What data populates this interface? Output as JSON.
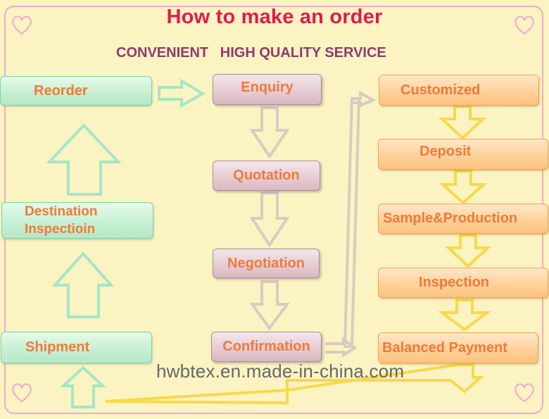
{
  "title": "How to make an order",
  "subtitle": "CONVENIENT   HIGH QUALITY SERVICE",
  "left_column": {
    "reorder": "Reorder",
    "destination_line1": "Destination",
    "destination_line2": "Inspectioin",
    "shipment": "Shipment"
  },
  "middle_column": {
    "enquiry": "Enquiry",
    "quotation": "Quotation",
    "negotiation": "Negotiation",
    "confirmation": "Confirmation"
  },
  "right_column": {
    "customized": "Customized",
    "deposit": "Deposit",
    "sample_production": "Sample&Production",
    "inspection": "Inspection",
    "balanced_payment": "Balanced Payment"
  },
  "watermark": "hwbtex.en.made-in-china.com",
  "colors": {
    "background": "#fbf3c2",
    "title": "#e3194b",
    "subtitle": "#8c3c6e",
    "box_text": "#ef7a3a",
    "frame": "#f2a9c8",
    "green_arrow": "#a6e6c3",
    "grey_arrow": "#d9cbbf",
    "yellow_arrow": "#f7d94a"
  }
}
